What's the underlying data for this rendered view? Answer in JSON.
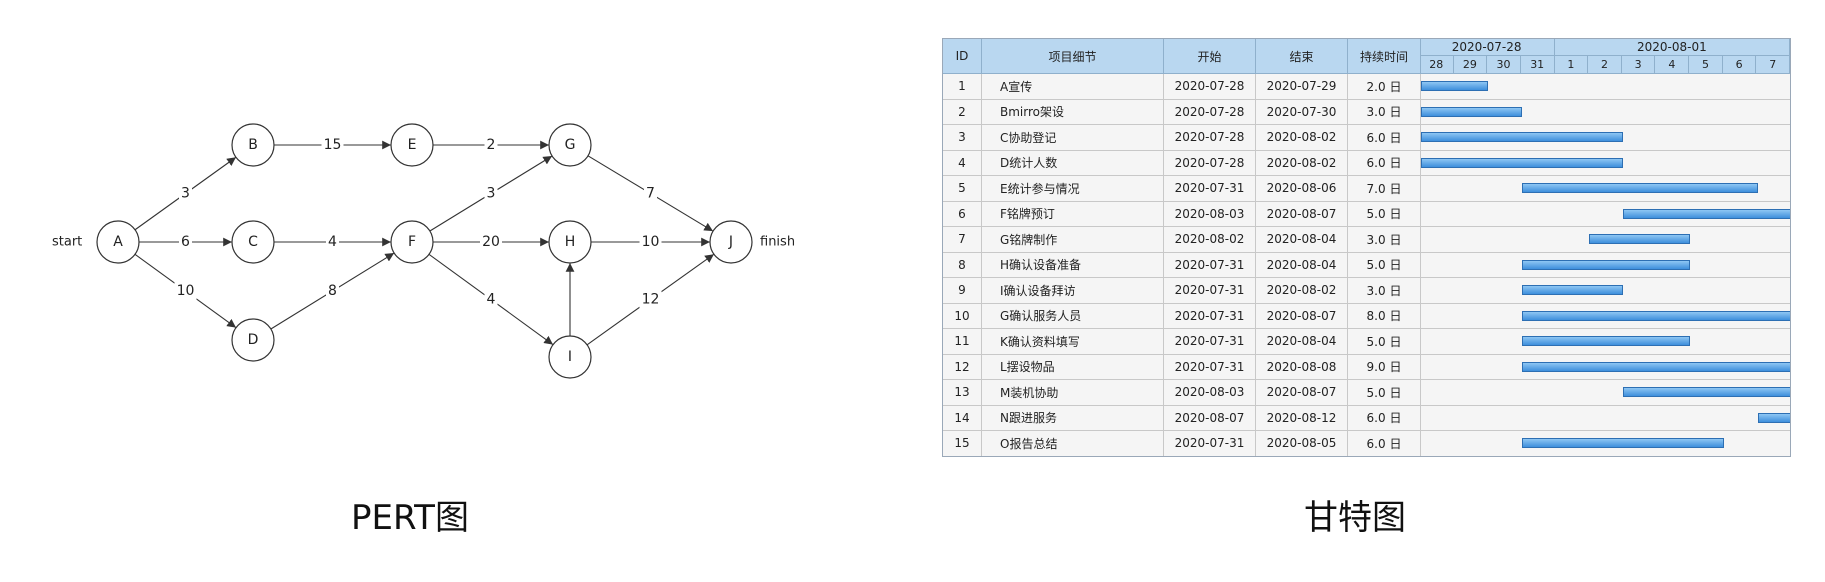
{
  "pert": {
    "caption": "PERT图",
    "start_label": "start",
    "finish_label": "finish",
    "nodes": [
      "A",
      "B",
      "C",
      "D",
      "E",
      "F",
      "G",
      "H",
      "I",
      "J"
    ],
    "edges": [
      {
        "from": "A",
        "to": "B",
        "w": "3"
      },
      {
        "from": "A",
        "to": "C",
        "w": "6"
      },
      {
        "from": "A",
        "to": "D",
        "w": "10"
      },
      {
        "from": "B",
        "to": "E",
        "w": "15"
      },
      {
        "from": "C",
        "to": "F",
        "w": "4"
      },
      {
        "from": "D",
        "to": "F",
        "w": "8"
      },
      {
        "from": "E",
        "to": "G",
        "w": "2"
      },
      {
        "from": "F",
        "to": "G",
        "w": "3"
      },
      {
        "from": "F",
        "to": "H",
        "w": "20"
      },
      {
        "from": "F",
        "to": "I",
        "w": "4"
      },
      {
        "from": "G",
        "to": "J",
        "w": "7"
      },
      {
        "from": "H",
        "to": "J",
        "w": "10"
      },
      {
        "from": "I",
        "to": "H",
        "w": ""
      },
      {
        "from": "I",
        "to": "J",
        "w": "12"
      }
    ]
  },
  "gantt": {
    "caption": "甘特图",
    "headers": {
      "id": "ID",
      "name": "项目细节",
      "start": "开始",
      "end": "结束",
      "duration": "持续时间"
    },
    "weeks": [
      {
        "label": "2020-07-28",
        "days": 4
      },
      {
        "label": "2020-08-01",
        "days": 7
      }
    ],
    "days": [
      "28",
      "29",
      "30",
      "31",
      "1",
      "2",
      "3",
      "4",
      "5",
      "6",
      "7"
    ],
    "rows": [
      {
        "id": "1",
        "name": "A宣传",
        "start": "2020-07-28",
        "end": "2020-07-29",
        "duration": "2.0 日",
        "offset": 0,
        "len": 2
      },
      {
        "id": "2",
        "name": "Bmirro架设",
        "start": "2020-07-28",
        "end": "2020-07-30",
        "duration": "3.0 日",
        "offset": 0,
        "len": 3
      },
      {
        "id": "3",
        "name": "C协助登记",
        "start": "2020-07-28",
        "end": "2020-08-02",
        "duration": "6.0 日",
        "offset": 0,
        "len": 6
      },
      {
        "id": "4",
        "name": "D统计人数",
        "start": "2020-07-28",
        "end": "2020-08-02",
        "duration": "6.0 日",
        "offset": 0,
        "len": 6
      },
      {
        "id": "5",
        "name": "E统计参与情况",
        "start": "2020-07-31",
        "end": "2020-08-06",
        "duration": "7.0 日",
        "offset": 3,
        "len": 7
      },
      {
        "id": "6",
        "name": "F铭牌预订",
        "start": "2020-08-03",
        "end": "2020-08-07",
        "duration": "5.0 日",
        "offset": 6,
        "len": 5
      },
      {
        "id": "7",
        "name": "G铭牌制作",
        "start": "2020-08-02",
        "end": "2020-08-04",
        "duration": "3.0 日",
        "offset": 5,
        "len": 3
      },
      {
        "id": "8",
        "name": "H确认设备准备",
        "start": "2020-07-31",
        "end": "2020-08-04",
        "duration": "5.0 日",
        "offset": 3,
        "len": 5
      },
      {
        "id": "9",
        "name": "I确认设备拜访",
        "start": "2020-07-31",
        "end": "2020-08-02",
        "duration": "3.0 日",
        "offset": 3,
        "len": 3
      },
      {
        "id": "10",
        "name": "G确认服务人员",
        "start": "2020-07-31",
        "end": "2020-08-07",
        "duration": "8.0 日",
        "offset": 3,
        "len": 8
      },
      {
        "id": "11",
        "name": "K确认资料填写",
        "start": "2020-07-31",
        "end": "2020-08-04",
        "duration": "5.0 日",
        "offset": 3,
        "len": 5
      },
      {
        "id": "12",
        "name": "L摆设物品",
        "start": "2020-07-31",
        "end": "2020-08-08",
        "duration": "9.0 日",
        "offset": 3,
        "len": 9
      },
      {
        "id": "13",
        "name": "M装机协助",
        "start": "2020-08-03",
        "end": "2020-08-07",
        "duration": "5.0 日",
        "offset": 6,
        "len": 5
      },
      {
        "id": "14",
        "name": "N跟进服务",
        "start": "2020-08-07",
        "end": "2020-08-12",
        "duration": "6.0 日",
        "offset": 10,
        "len": 6
      },
      {
        "id": "15",
        "name": "O报告总结",
        "start": "2020-07-31",
        "end": "2020-08-05",
        "duration": "6.0 日",
        "offset": 3,
        "len": 6
      }
    ]
  }
}
